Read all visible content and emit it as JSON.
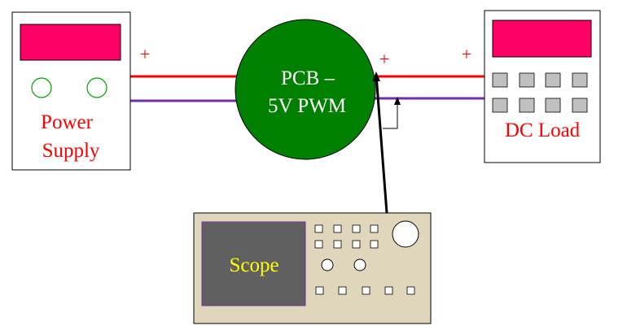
{
  "power_supply": {
    "label_line1": "Power",
    "label_line2": "Supply",
    "plus_sign": "+",
    "display_color": "#ff0066",
    "knob_color": "#00a000"
  },
  "pcb": {
    "label_line1": "PCB –",
    "label_line2": "5V  PWM",
    "fill_color": "#008000",
    "plus_sign": "+"
  },
  "dc_load": {
    "label": "DC Load",
    "plus_sign": "+",
    "display_color": "#ff0066",
    "button_color": "#c0c0c0"
  },
  "scope": {
    "label": "Scope",
    "body_color": "#e0d6bc",
    "screen_color": "#606060",
    "label_color": "#ffff00"
  },
  "wires": {
    "positive_color": "#ff0000",
    "negative_color": "#7030a0",
    "probe_color": "#000000"
  },
  "label_color": "#ff0000"
}
